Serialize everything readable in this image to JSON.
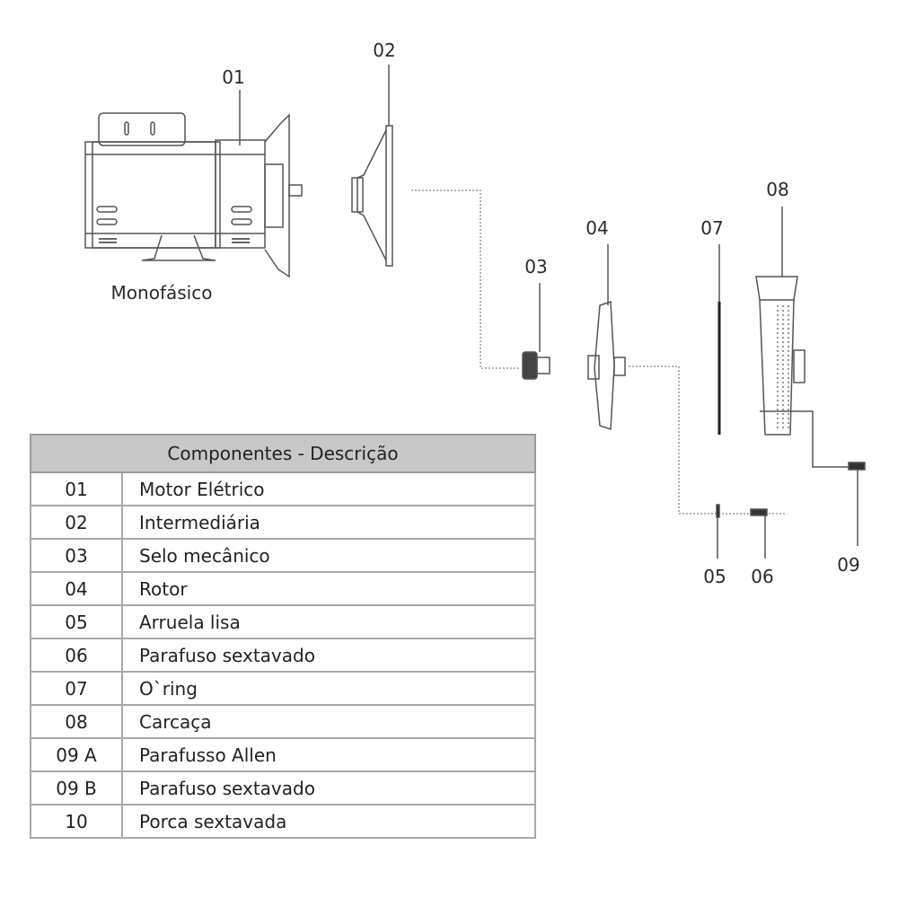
{
  "diagram": {
    "motor_caption": "Monofásico",
    "part_labels": {
      "p01": "01",
      "p02": "02",
      "p03": "03",
      "p04": "04",
      "p05": "05",
      "p06": "06",
      "p07": "07",
      "p08": "08",
      "p09": "09"
    }
  },
  "table": {
    "header": "Componentes - Descrição",
    "rows": [
      {
        "code": "01",
        "desc": "Motor Elétrico"
      },
      {
        "code": "02",
        "desc": "Intermediária"
      },
      {
        "code": "03",
        "desc": "Selo mecânico"
      },
      {
        "code": "04",
        "desc": "Rotor"
      },
      {
        "code": "05",
        "desc": "Arruela lisa"
      },
      {
        "code": "06",
        "desc": "Parafuso sextavado"
      },
      {
        "code": "07",
        "desc": "O`ring"
      },
      {
        "code": "08",
        "desc": "Carcaça"
      },
      {
        "code": "09 A",
        "desc": "Parafusso Allen"
      },
      {
        "code": "09 B",
        "desc": "Parafuso sextavado"
      },
      {
        "code": "10",
        "desc": "Porca sextavada"
      }
    ]
  }
}
